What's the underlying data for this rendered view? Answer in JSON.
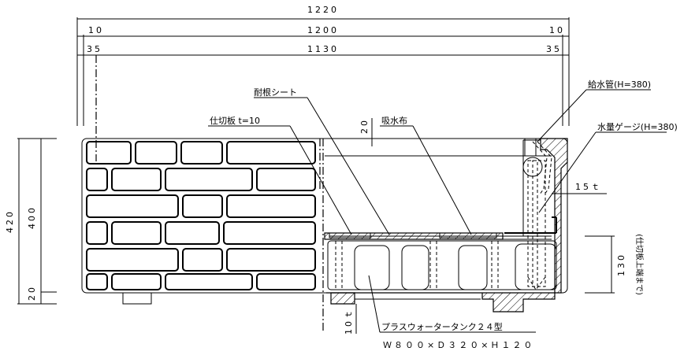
{
  "dimensions": {
    "overall_width": "1220",
    "inner_width": "1200",
    "left_wall": "10",
    "right_wall": "10",
    "usable_width": "1130",
    "left_offset": "35",
    "right_offset": "35",
    "total_height": "420",
    "body_height": "400",
    "base_height": "20",
    "top_gap": "20",
    "tank_bottom": "10ｔ",
    "water_level": "130",
    "water_level_note": "(仕切板上端まで)",
    "side_thickness": "15ｔ"
  },
  "labels": {
    "water_pipe": "給水管(H=380)",
    "root_sheet": "耐根シート",
    "partition": "仕切板 t=10",
    "absorbent_cloth": "吸水布",
    "water_gauge": "水量ゲージ(H=380)",
    "tank_name": "プラスウォータータンク２４型",
    "tank_size": "Ｗ８００×Ｄ３２０×Ｈ１２０"
  }
}
